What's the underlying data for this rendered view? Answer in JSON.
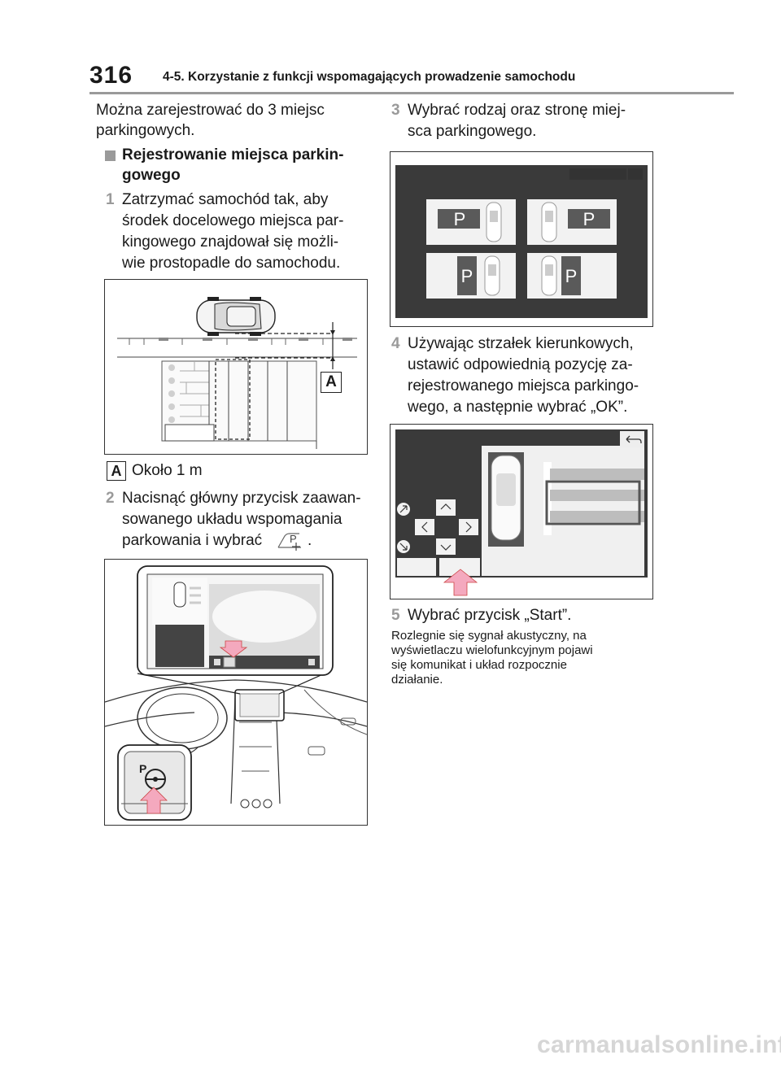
{
  "header": {
    "page_number": "316",
    "section_title": "4-5. Korzystanie z funkcji wspomagających prowadzenie samochodu"
  },
  "left": {
    "intro_line1": "Można zarejestrować do 3 miejsc",
    "intro_line2": "parkingowych.",
    "heading_line1": "Rejestrowanie miejsca parkin-",
    "heading_line2": "gowego",
    "step1": {
      "number": "1",
      "lines": [
        "Zatrzymać samochód tak, aby",
        "środek docelowego miejsca par-",
        "kingowego znajdował się możli-",
        "wie prostopadle do samochodu."
      ]
    },
    "figure1": {
      "callout": "A"
    },
    "legend": {
      "key": "A",
      "text": "Około 1 m"
    },
    "step2": {
      "number": "2",
      "lines": [
        "Nacisnąć główny przycisk zaawan-",
        "sowanego układu wspomagania",
        "parkowania i wybrać",
        "."
      ]
    },
    "figure2": {
      "button_label": "P"
    }
  },
  "right": {
    "step3": {
      "number": "3",
      "lines": [
        "Wybrać rodzaj oraz stronę miej-",
        "sca parkingowego."
      ]
    },
    "figure3": {
      "tile_labels": [
        "P",
        "P",
        "P",
        "P"
      ]
    },
    "step4": {
      "number": "4",
      "lines": [
        "Używając strzałek kierunkowych,",
        "ustawić odpowiednią pozycję za-",
        "rejestrowanego miejsca parkingo-",
        "wego, a następnie wybrać „OK”."
      ]
    },
    "step5": {
      "number": "5",
      "line": "Wybrać przycisk „Start”.",
      "note_lines": [
        "Rozlegnie się sygnał akustyczny, na",
        "wyświetlaczu wielofunkcyjnym pojawi",
        "się komunikat i układ rozpocznie",
        "działanie."
      ]
    }
  },
  "footer": {
    "watermark": "carmanualsonline.info"
  },
  "colors": {
    "step_number": "#9a9a9a",
    "screen_bg": "#3a3a3a",
    "tile_bg": "#f2f2f2",
    "tile_p": "#5a5a5a",
    "arrow_pink": "#f4a9be"
  }
}
